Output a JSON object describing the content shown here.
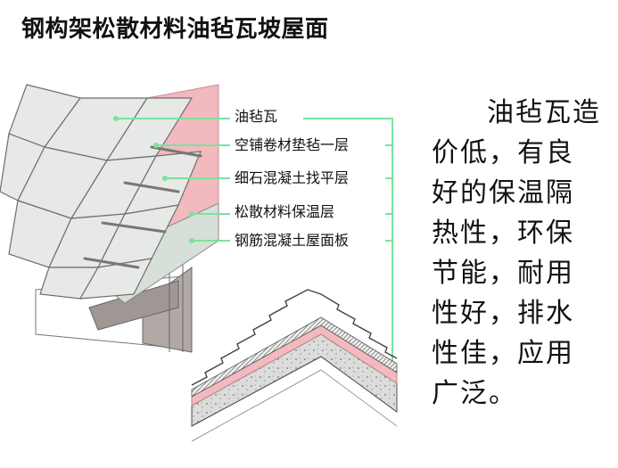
{
  "title": "钢构架松散材料油毡瓦坡屋面",
  "layer_labels": [
    "油毡瓦",
    "空铺卷材垫毡一层",
    "细石混凝土找平层",
    "松散材料保温层",
    "钢筋混凝土屋面板"
  ],
  "description": "油毡瓦造价低，有良好的保温隔热性，环保节能，耐用性好，排水性佳，应用广泛。",
  "colors": {
    "leader_line": "#7be39a",
    "felt_pink": "#f2b9be",
    "shingle": "#e6e9e6",
    "board_gray": "#a09a97"
  }
}
